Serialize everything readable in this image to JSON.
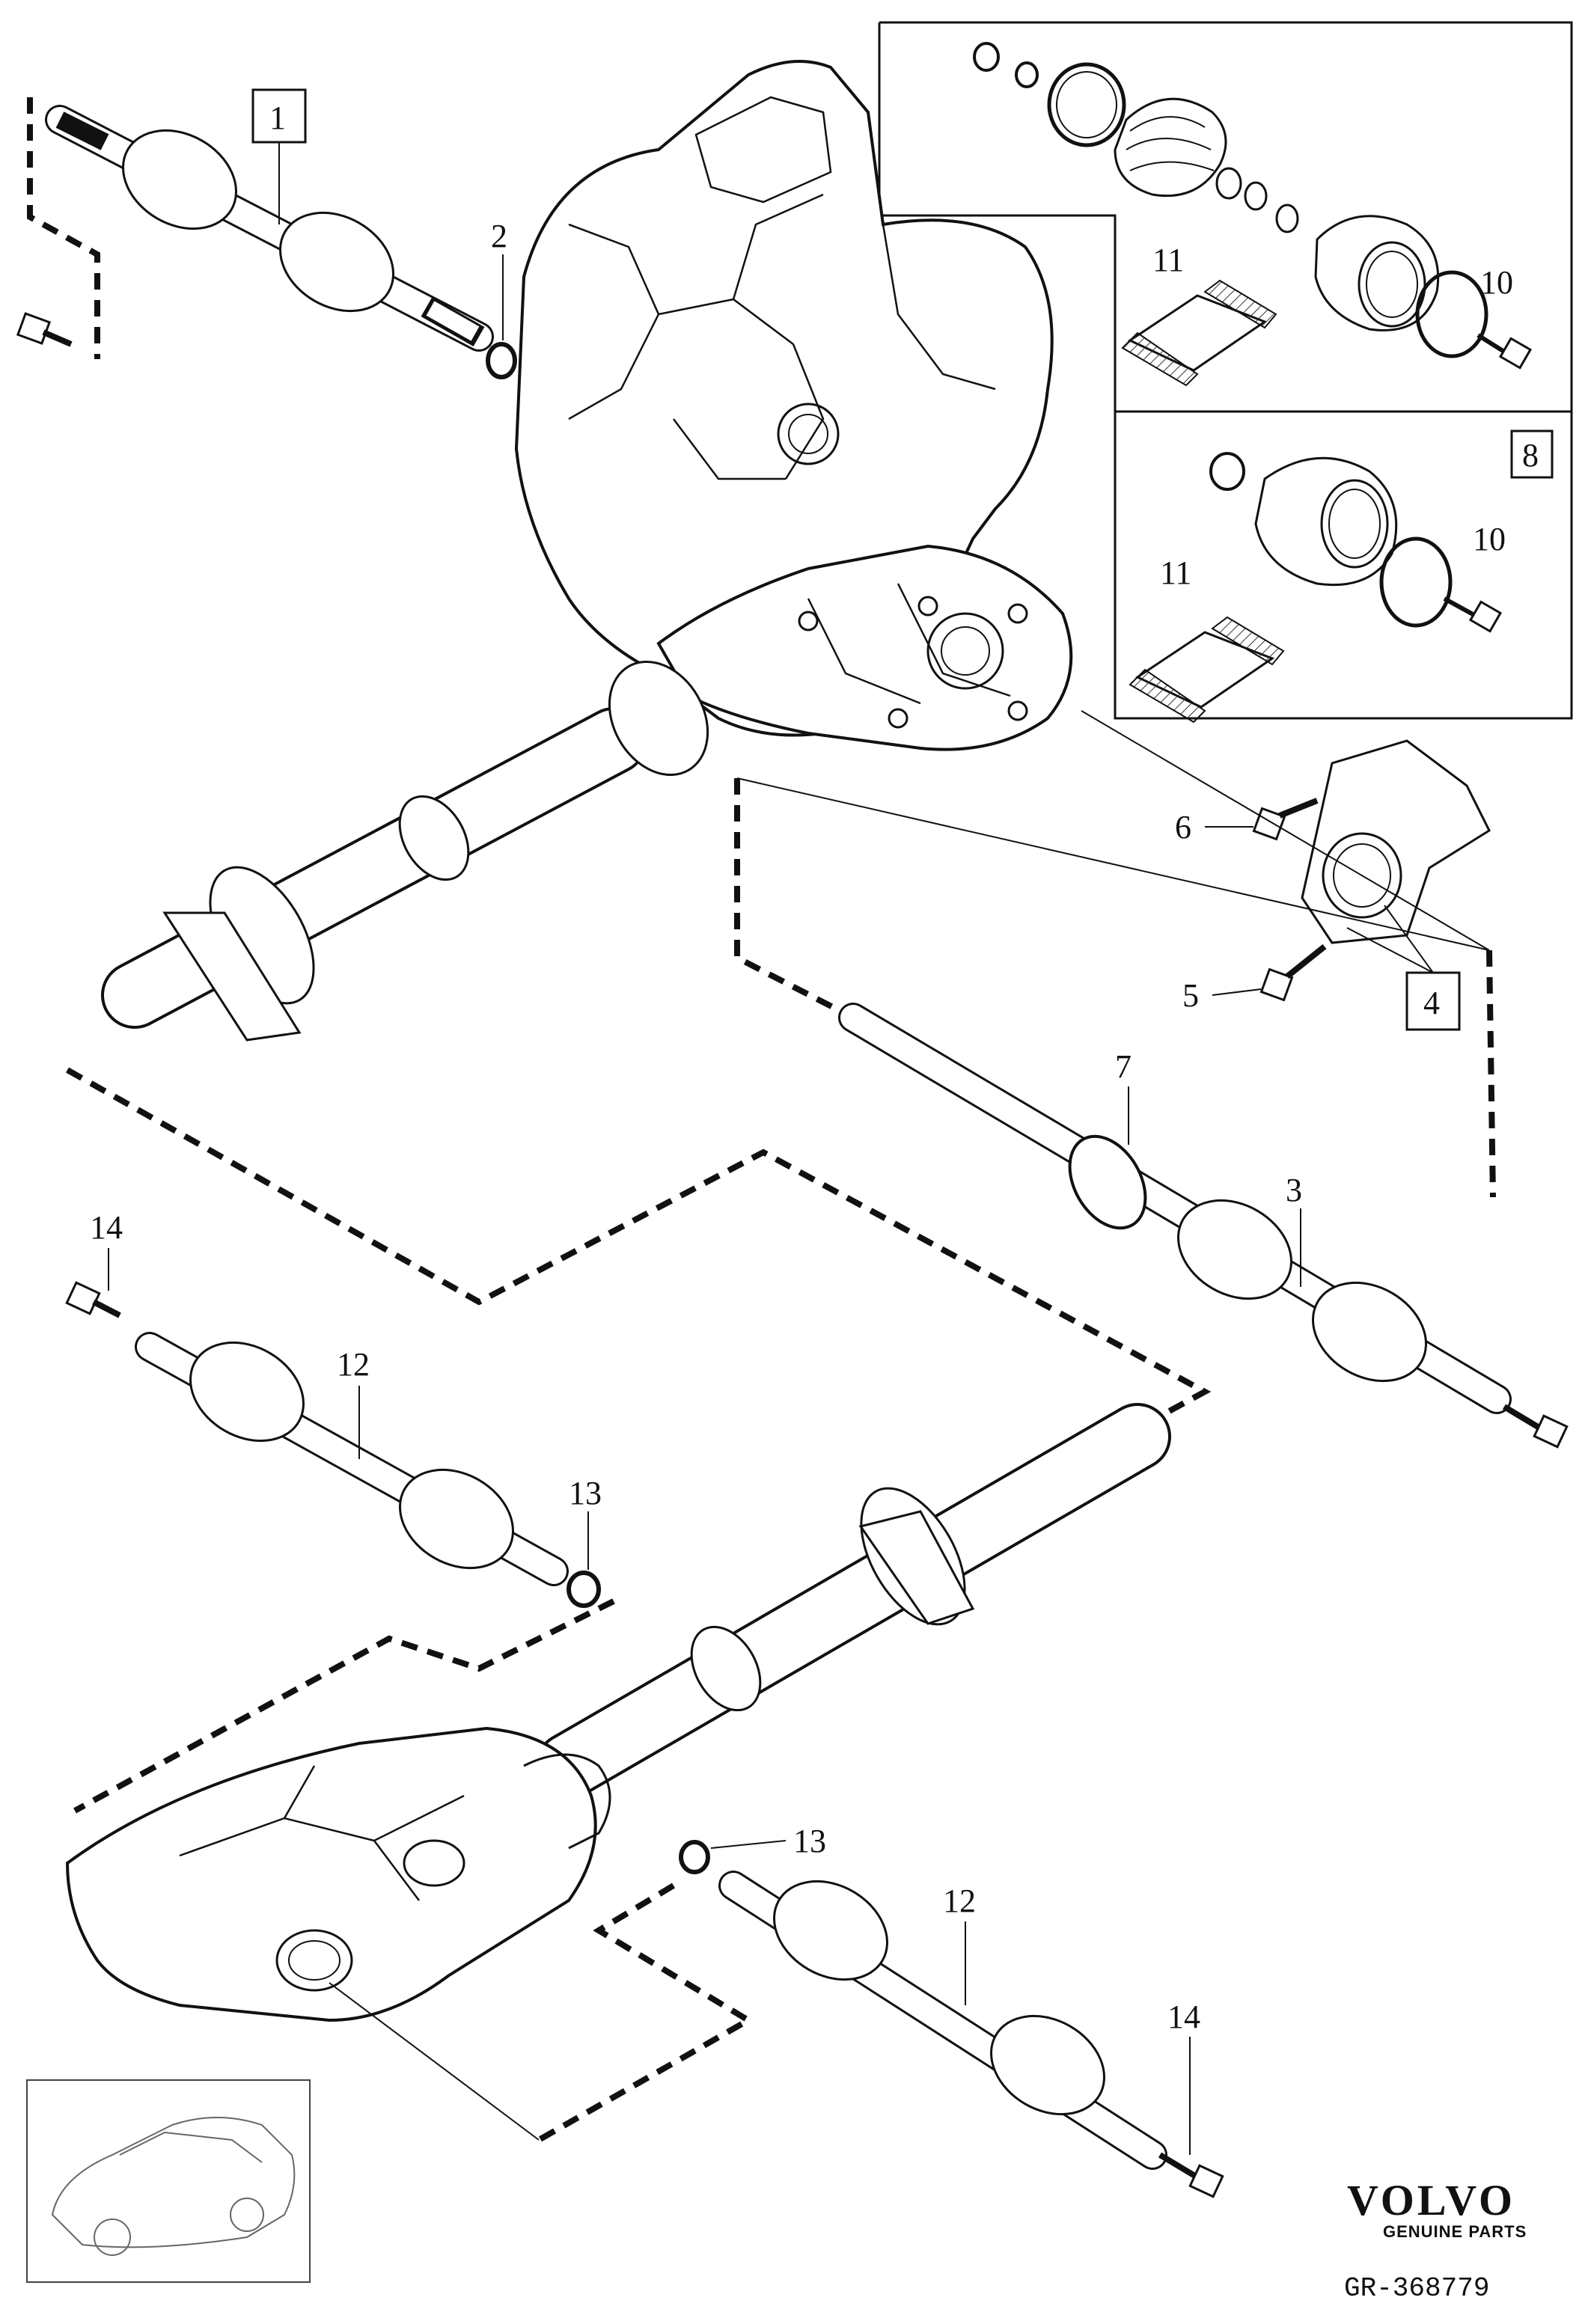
{
  "callouts": {
    "c1": "1",
    "c2": "2",
    "c3": "3",
    "c4": "4",
    "c5": "5",
    "c6": "6",
    "c7": "7",
    "c8": "8",
    "c10_top": "10",
    "c10_mid": "10",
    "c11_top": "11",
    "c11_mid": "11",
    "c12_left": "12",
    "c12_right": "12",
    "c13_upper": "13",
    "c13_lower": "13",
    "c14_left": "14",
    "c14_right": "14"
  },
  "footer": {
    "brand": "VOLVO",
    "brand_sub": "GENUINE PARTS",
    "doc_id": "GR-368779"
  }
}
